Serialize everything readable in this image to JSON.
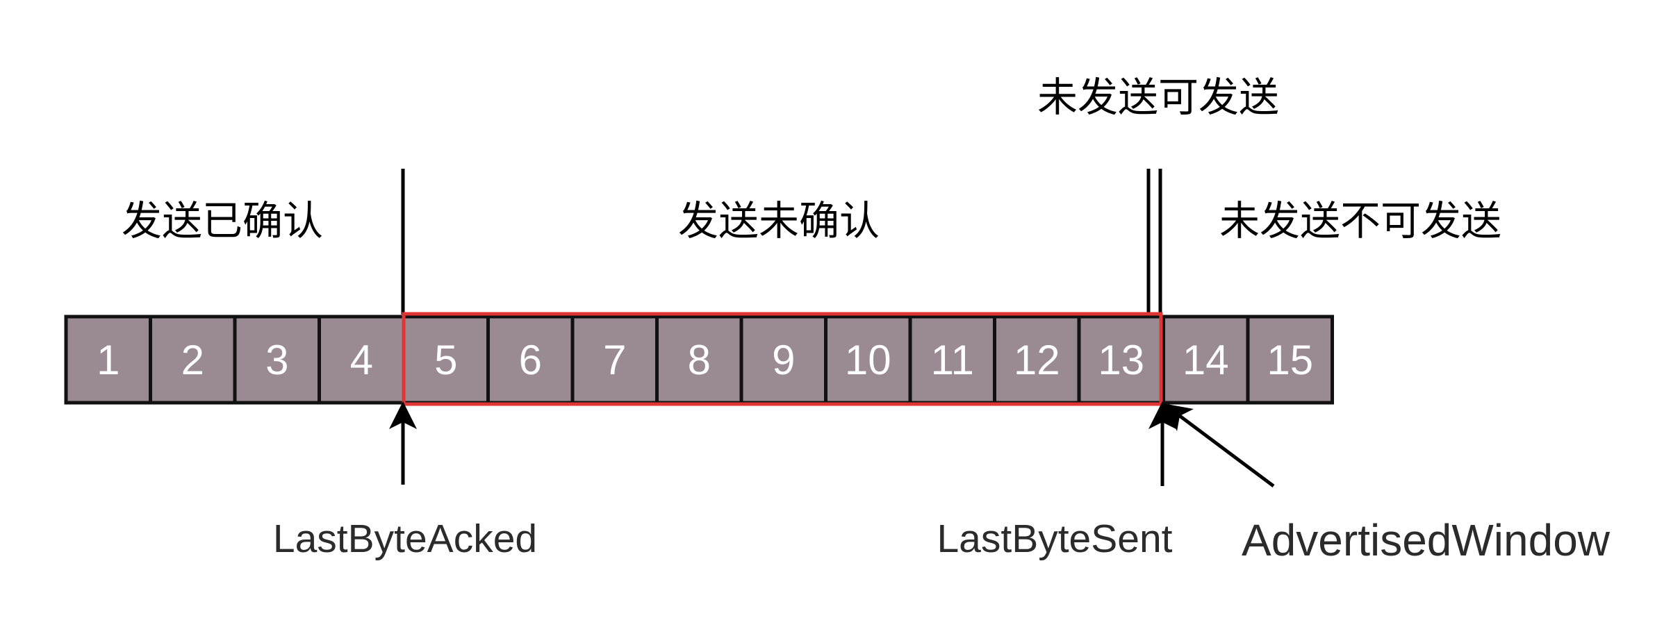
{
  "cells": [
    "1",
    "2",
    "3",
    "4",
    "5",
    "6",
    "7",
    "8",
    "9",
    "10",
    "11",
    "12",
    "13",
    "14",
    "15"
  ],
  "regions": {
    "sent_acked": "发送已确认",
    "sent_unacked": "发送未确认",
    "unsent_sendable": "未发送可发送",
    "unsent_unsendable": "未发送不可发送"
  },
  "pointers": {
    "last_byte_acked": "LastByteAcked",
    "last_byte_sent": "LastByteSent",
    "advertised_window": "AdvertisedWindow"
  },
  "colors": {
    "cell_fill": "#998b91",
    "window_border": "#e03535"
  }
}
